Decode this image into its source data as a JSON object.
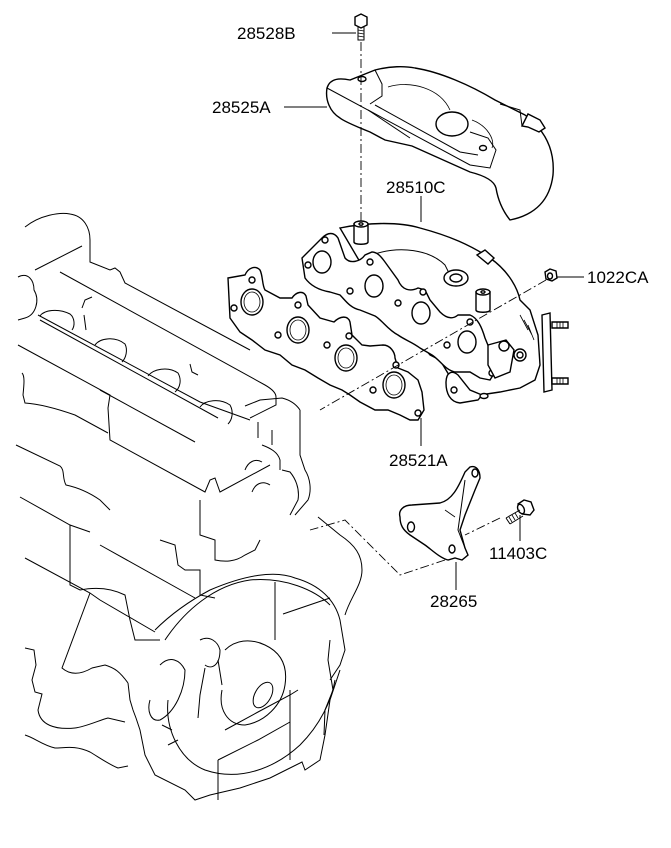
{
  "diagram": {
    "title": "Exhaust Manifold Exploded View",
    "parts": [
      {
        "id": "28528B",
        "label": "28528B",
        "description": "bolt"
      },
      {
        "id": "28525A",
        "label": "28525A",
        "description": "heat protector"
      },
      {
        "id": "28510C",
        "label": "28510C",
        "description": "exhaust manifold / catalytic converter"
      },
      {
        "id": "1022CA",
        "label": "1022CA",
        "description": "nut"
      },
      {
        "id": "28521A",
        "label": "28521A",
        "description": "manifold gasket"
      },
      {
        "id": "11403C",
        "label": "11403C",
        "description": "bolt"
      },
      {
        "id": "28265",
        "label": "28265",
        "description": "support bracket"
      }
    ],
    "colors": {
      "line": "#000000",
      "background": "#ffffff"
    }
  }
}
